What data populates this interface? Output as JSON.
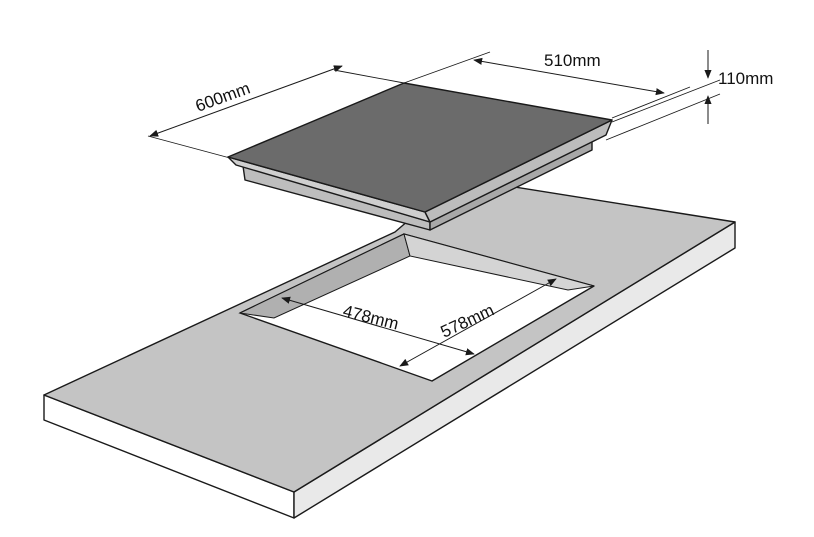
{
  "dimensions": {
    "hob_width": "600mm",
    "hob_depth": "510mm",
    "hob_height": "110mm",
    "cutout_width": "578mm",
    "cutout_depth": "478mm"
  },
  "colors": {
    "glass_top": "#6b6b6b",
    "frame": "#c8c8c8",
    "worktop_top": "#c4c4c4",
    "worktop_edge": "#ffffff",
    "cutout": "#ffffff",
    "line": "#1a1a1a"
  }
}
